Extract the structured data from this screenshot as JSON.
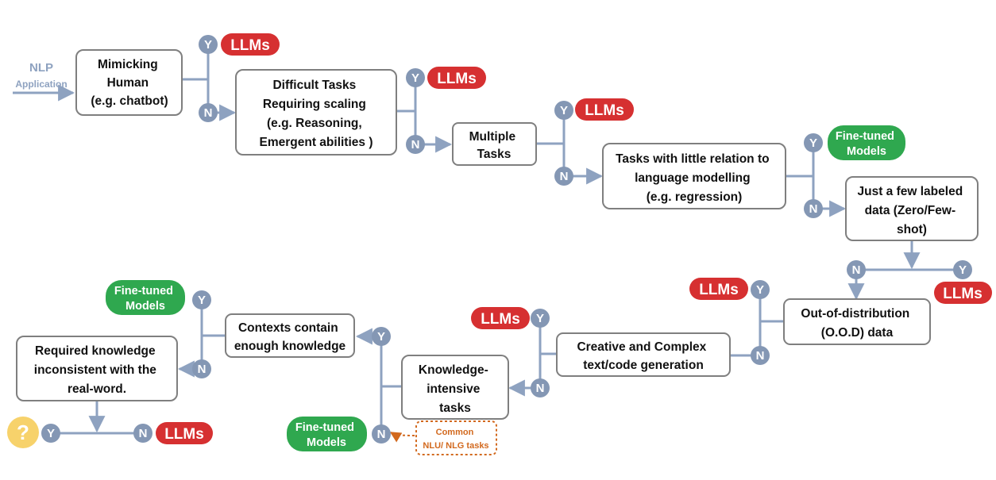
{
  "input": {
    "line1": "NLP",
    "line2": "Application"
  },
  "colors": {
    "line": "#8ea2c0",
    "yn_fill": "#8497b4",
    "llm_fill": "#d63031",
    "finetuned_fill": "#2fa84f",
    "question_fill": "#f7d26b",
    "note": "#d2691e",
    "box_border": "#7f7f7f"
  },
  "nodes": {
    "mimic": [
      "Mimicking",
      "Human",
      "(e.g. chatbot)"
    ],
    "difficult": [
      "Difficult Tasks",
      "Requiring  scaling",
      "(e.g. Reasoning,",
      "Emergent abilities )"
    ],
    "multiple": [
      "Multiple",
      "Tasks"
    ],
    "little": [
      "Tasks with little relation to",
      "language modelling",
      "(e.g. regression)"
    ],
    "fewshot": [
      "Just a few labeled",
      "data (Zero/Few-",
      "shot)"
    ],
    "ood": [
      "Out-of-distribution",
      "(O.O.D) data"
    ],
    "creative": [
      "Creative and Complex",
      "text/code generation"
    ],
    "knowledge": [
      "Knowledge-",
      "intensive",
      "tasks"
    ],
    "contexts": [
      "Contexts contain",
      "enough knowledge"
    ],
    "required": [
      "Required knowledge",
      "inconsistent with the",
      "real-word."
    ]
  },
  "yn": {
    "yes": "Y",
    "no": "N"
  },
  "outcomes": {
    "llms": "LLMs",
    "finetuned": [
      "Fine-tuned",
      "Models"
    ],
    "unknown": "?"
  },
  "note": [
    "Common",
    "NLU/ NLG tasks"
  ]
}
